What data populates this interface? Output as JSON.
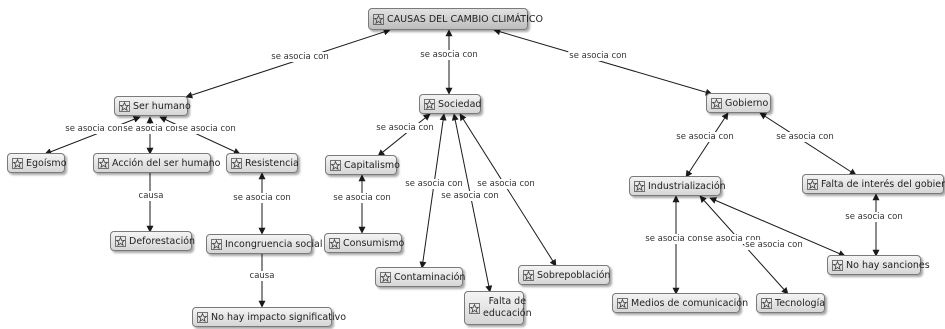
{
  "nodes": {
    "root": "CAUSAS DEL CAMBIO CLIMÁTICO",
    "ser_humano": "Ser humano",
    "sociedad": "Sociedad",
    "gobierno": "Gobierno",
    "egoismo": "Egoísmo",
    "accion": "Acción del ser humano",
    "resistencia": "Resistencia",
    "deforestacion": "Deforestación",
    "incongruencia": "Incongruencia social",
    "no_impacto": "No hay impacto significativo",
    "capitalismo": "Capitalismo",
    "consumismo": "Consumismo",
    "contaminacion": "Contaminación",
    "falta_educacion": "Falta de educación",
    "sobrepoblacion": "Sobrepoblación",
    "industrializacion": "Industrialización",
    "medios": "Medios de comunicación",
    "tecnologia": "Tecnología",
    "falta_interes": "Falta de interés del gobierno",
    "no_sanciones": "No hay sanciones"
  },
  "links": {
    "root_ser": "se asocia con",
    "root_soc": "se asocia con",
    "root_gob": "se asocia con",
    "ser_ego": "se asocia con",
    "ser_acc": "se asocia con",
    "ser_res": "se asocia con",
    "acc_def": "causa",
    "res_inc": "se asocia con",
    "inc_noimp": "causa",
    "soc_cap": "se asocia con",
    "cap_con": "se asocia con",
    "soc_cont": "se asocia con",
    "soc_edu": "se asocia con",
    "soc_sob": "se asocia con",
    "gob_ind": "se asocia con",
    "gob_fal": "se asocia con",
    "ind_med": "se asocia con",
    "ind_tec": "se asocia con",
    "ind_nos": "se asocia con",
    "fal_nos": "se asocia con"
  }
}
